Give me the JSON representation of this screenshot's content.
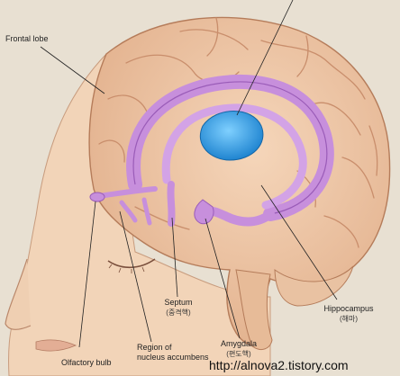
{
  "labels": {
    "frontal_lobe": "Frontal lobe",
    "septum": "Septum",
    "septum_ko": "(중격핵)",
    "hippocampus": "Hippocampus",
    "hippocampus_ko": "(해마)",
    "amygdala": "Amygdala",
    "amygdala_ko": "(편도핵)",
    "olfactory_bulb": "Olfactory bulb",
    "nucleus_accumbens_1": "Region of",
    "nucleus_accumbens_2": "nucleus accumbens"
  },
  "watermark": "http://alnova2.tistory.com",
  "colors": {
    "background": "#e8e0d2",
    "skin": "#f2d4b8",
    "brain": "#f0c9a8",
    "gyrus_line": "#c98e6c",
    "limbic": "#c78fdc",
    "limbic_dark": "#9a5cb8",
    "thalamus": "#2f9fe6"
  }
}
